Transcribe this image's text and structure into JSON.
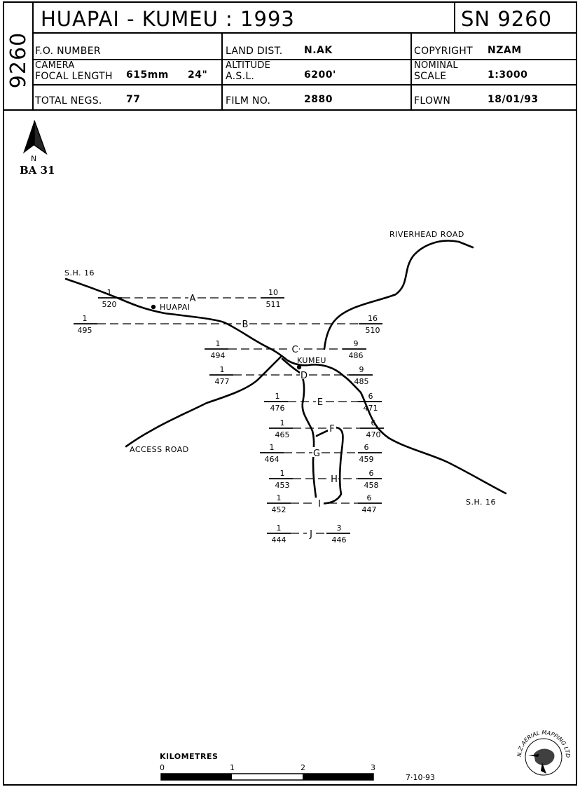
{
  "header": {
    "side_id": "9260",
    "title": "HUAPAI - KUMEU : 1993",
    "sheet_number": "SN 9260",
    "fo_number_label": "F.O. NUMBER",
    "land_dist_label": "LAND DIST.",
    "land_dist_value": "N.AK",
    "copyright_label": "COPYRIGHT",
    "copyright_value": "NZAM",
    "camera_label_1": "CAMERA",
    "camera_label_2": "FOCAL LENGTH",
    "focal_length_mm": "615mm",
    "focal_length_in": "24\"",
    "altitude_label_1": "ALTITUDE",
    "altitude_label_2": "A.S.L.",
    "altitude_value": "6200'",
    "nominal_label_1": "NOMINAL",
    "nominal_label_2": "SCALE",
    "scale_value": "1:3000",
    "total_negs_label": "TOTAL NEGS.",
    "total_negs_value": "77",
    "film_no_label": "FILM NO.",
    "film_no_value": "2880",
    "flown_label": "FLOWN",
    "flown_value": "18/01/93"
  },
  "map": {
    "north_label": "N",
    "index_code": "BA 31",
    "places": [
      {
        "id": "huapai",
        "label": "HUAPAI"
      },
      {
        "id": "kumeu",
        "label": "KUMEU"
      }
    ],
    "roads": [
      {
        "id": "sh16-west",
        "label": "S.H. 16"
      },
      {
        "id": "sh16-east",
        "label": "S.H. 16"
      },
      {
        "id": "riverhead",
        "label": "RIVERHEAD ROAD"
      },
      {
        "id": "access",
        "label": "ACCESS ROAD"
      }
    ],
    "flight_runs": [
      {
        "run": "A",
        "start_neg": "1",
        "start_frame": "520",
        "end_neg": "10",
        "end_frame": "511"
      },
      {
        "run": "B",
        "start_neg": "1",
        "start_frame": "495",
        "end_neg": "16",
        "end_frame": "510"
      },
      {
        "run": "C",
        "start_neg": "1",
        "start_frame": "494",
        "end_neg": "9",
        "end_frame": "486"
      },
      {
        "run": "D",
        "start_neg": "1",
        "start_frame": "477",
        "end_neg": "9",
        "end_frame": "485"
      },
      {
        "run": "E",
        "start_neg": "1",
        "start_frame": "476",
        "end_neg": "6",
        "end_frame": "471"
      },
      {
        "run": "F",
        "start_neg": "1",
        "start_frame": "465",
        "end_neg": "6",
        "end_frame": "470"
      },
      {
        "run": "G",
        "start_neg": "1",
        "start_frame": "464",
        "end_neg": "6",
        "end_frame": "459"
      },
      {
        "run": "H",
        "start_neg": "1",
        "start_frame": "453",
        "end_neg": "6",
        "end_frame": "458"
      },
      {
        "run": "I",
        "start_neg": "1",
        "start_frame": "452",
        "end_neg": "6",
        "end_frame": "447"
      },
      {
        "run": "J",
        "start_neg": "1",
        "start_frame": "444",
        "end_neg": "3",
        "end_frame": "446"
      }
    ]
  },
  "scale_bar": {
    "title": "KILOMETRES",
    "ticks": [
      "0",
      "1",
      "2",
      "3"
    ]
  },
  "footer": {
    "date": "7·10·93",
    "logo_text": "N.Z.AERIAL MAPPING LTD"
  }
}
